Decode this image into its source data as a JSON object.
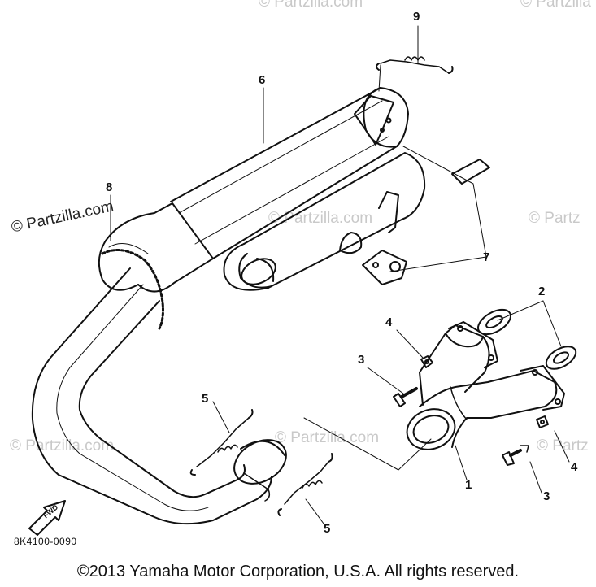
{
  "watermark": {
    "text": "© Partzilla.com",
    "text_short": "© Partzilla",
    "text_cut": "© Partz"
  },
  "callouts": {
    "c1": "1",
    "c2": "2",
    "c3a": "3",
    "c3b": "3",
    "c4a": "4",
    "c4b": "4",
    "c5a": "5",
    "c5b": "5",
    "c6": "6",
    "c7": "7",
    "c8": "8",
    "c9": "9"
  },
  "fwd_label": "FWD",
  "diagram_code": "8K4100-0090",
  "copyright": "©2013  Yamaha Motor Corporation, U.S.A. All rights reserved.",
  "colors": {
    "line": "#111111",
    "watermark": "#c9c9c9"
  }
}
